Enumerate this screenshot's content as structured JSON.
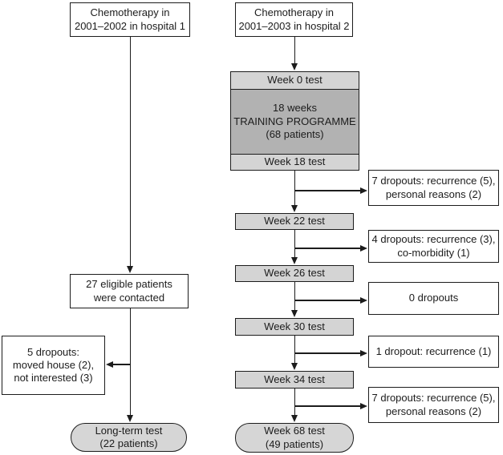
{
  "figure_type": "patient-flow-diagram",
  "colors": {
    "background": "#ffffff",
    "node_border": "#1c1c1c",
    "white_node_fill": "#ffffff",
    "week_bar_fill": "#d4d4d4",
    "training_fill": "#b2b2b2",
    "outcome_fill": "#d6d6d6",
    "connector": "#1c1c1c"
  },
  "left_branch": {
    "source": "Chemotherapy in\n2001–2002 in hospital 1",
    "eligible": "27 eligible patients\nwere contacted",
    "dropouts": "5 dropouts:\nmoved house (2),\nnot interested (3)",
    "outcome": "Long-term test\n(22 patients)"
  },
  "right_branch": {
    "source": "Chemotherapy in\n2001–2003 in hospital 2",
    "week0": "Week 0 test",
    "training": "18 weeks\nTRAINING PROGRAMME\n(68 patients)",
    "week18": "Week 18 test",
    "dropout_after_week18": "7 dropouts: recurrence (5),\npersonal reasons (2)",
    "week22": "Week 22 test",
    "dropout_after_week22": "4 dropouts: recurrence (3),\nco-morbidity (1)",
    "week26": "Week 26 test",
    "dropout_after_week26": "0 dropouts",
    "week30": "Week 30 test",
    "dropout_after_week30": "1 dropout: recurrence (1)",
    "week34": "Week 34 test",
    "dropout_after_week34": "7 dropouts: recurrence (5),\npersonal reasons (2)",
    "outcome": "Week 68 test\n(49 patients)"
  }
}
